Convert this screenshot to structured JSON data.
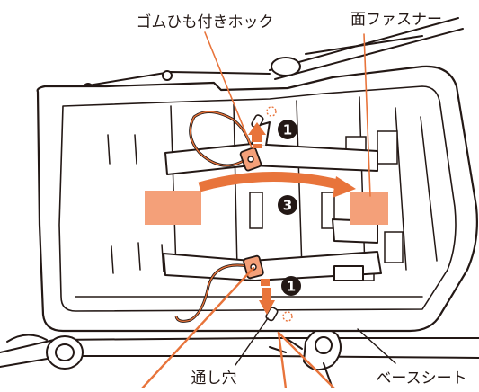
{
  "labels": {
    "gomuhimo_hook": "ゴムひも付きホック",
    "velcro": "面ファスナー",
    "through_hole": "通し穴",
    "base_sheet": "ベースシート"
  },
  "steps": {
    "step_top": "1",
    "step_middle": "3",
    "step_bottom": "1"
  },
  "colors": {
    "accent": "#e8743b",
    "patch": "#f4a079",
    "line": "#231815",
    "background": "#ffffff"
  }
}
